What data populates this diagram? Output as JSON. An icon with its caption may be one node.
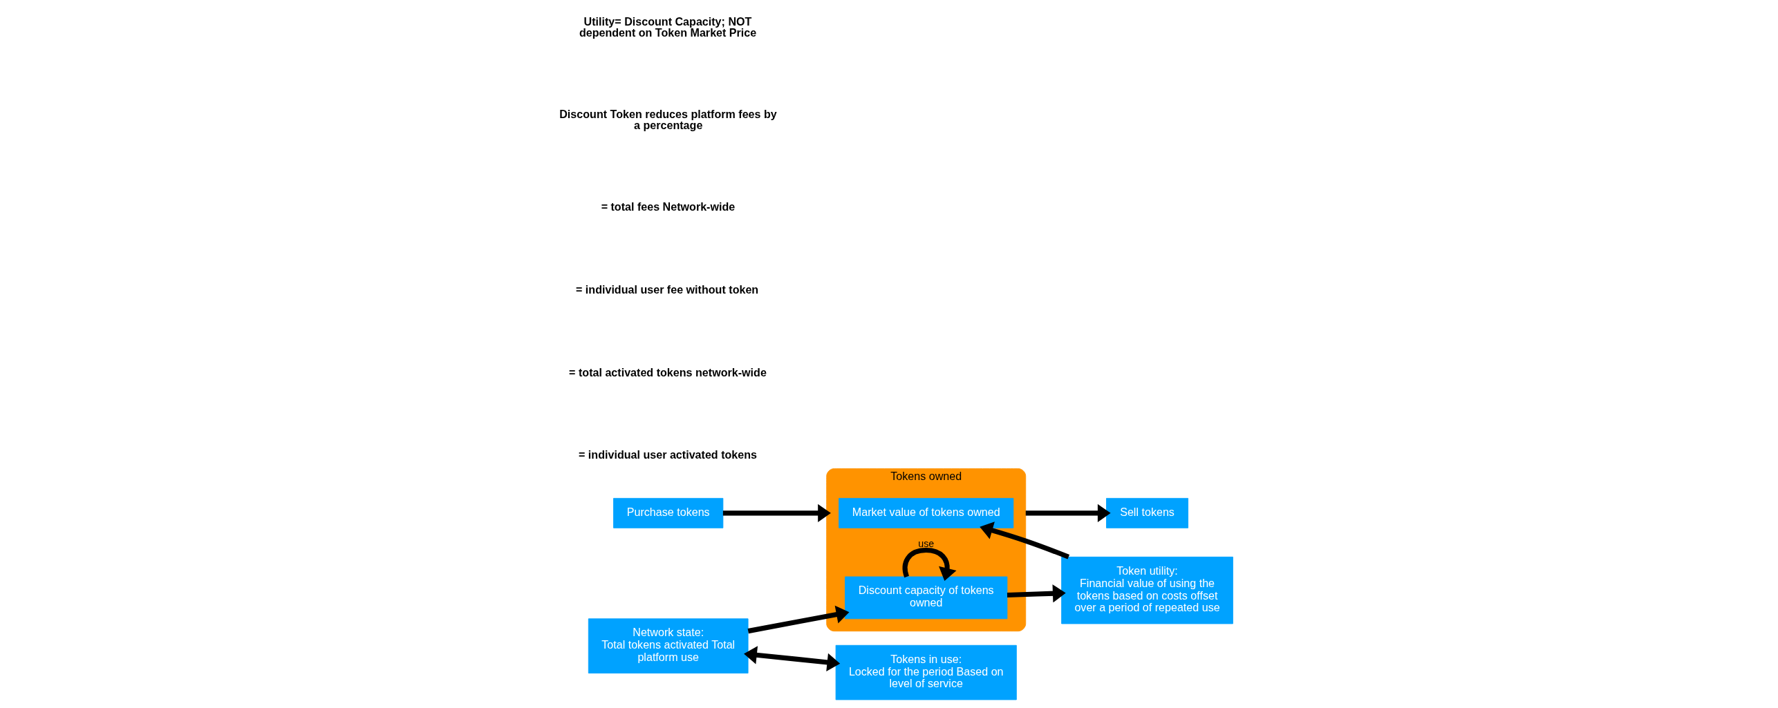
{
  "diagram": {
    "nodes": [
      {
        "text": [
          "Tokens owned"
        ]
      },
      {
        "text": [
          "Market value of tokens owned"
        ],
        "in": 0
      },
      {
        "text": [
          "Discount capacity of tokens owned"
        ],
        "in": 0
      },
      {
        "text": [
          "Purchase tokens"
        ]
      },
      {
        "text": [
          "Sell tokens"
        ]
      },
      {
        "text": [
          "Network state:",
          "Total tokens activated Total platform use"
        ]
      },
      {
        "text": [
          "Token utility:",
          "Financial value of using the tokens based on costs offset over a period of repeated use"
        ]
      },
      {
        "text": [
          "Tokens in use:",
          "Locked for the period Based on level of service"
        ]
      }
    ],
    "edges": [
      {
        "from": 3,
        "to": 0,
        "arrow": "to"
      },
      {
        "from": 0,
        "to": 4,
        "arrow": "to"
      },
      {
        "from": 6,
        "to": 1,
        "arrow": "to"
      },
      {
        "from": 5,
        "to": 2,
        "arrow": "to"
      },
      {
        "from": 2,
        "to": 6,
        "arrow": "to"
      },
      {
        "from": 5,
        "to": 7,
        "arrow": "both"
      },
      {
        "from": 2,
        "to": 2,
        "arrow": "to",
        "label": "use"
      }
    ],
    "labels": [
      "Utility= Discount Capacity; NOT dependent on Token Market Price",
      "Discount Token reduces platform fees by a percentage",
      "= total fees Network-wide",
      "= individual user fee without token",
      "= total activated tokens network-wide",
      "= individual user activated tokens"
    ]
  }
}
